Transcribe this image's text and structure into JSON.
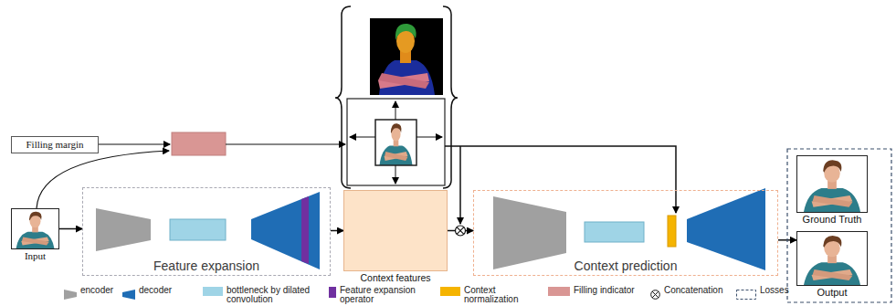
{
  "diagram": {
    "nodes": [
      {
        "text": [
          "Filling margin"
        ]
      },
      {
        "text": [
          "Input"
        ]
      },
      {
        "text": [
          "Feature expansion"
        ]
      },
      {
        "text": [
          "Context features"
        ]
      },
      {
        "text": [
          "Context prediction"
        ]
      },
      {
        "text": [
          "Ground Truth"
        ]
      },
      {
        "text": [
          "Output"
        ]
      }
    ],
    "edges": [
      {
        "from": 1,
        "to": 2,
        "arrow": "to"
      },
      {
        "from": 2,
        "to": 3,
        "arrow": "to"
      },
      {
        "from": 3,
        "to": 4,
        "arrow": "to"
      },
      {
        "from": 4,
        "to": 6,
        "arrow": "to"
      }
    ],
    "legend": [
      {
        "text": "encoder"
      },
      {
        "text": "decoder"
      },
      {
        "text": "bottleneck by dilated convolution",
        "color": "#9fd4e6"
      },
      {
        "text": "Feature expansion operator",
        "color": "#7030a0"
      },
      {
        "text": "Context normalization",
        "color": "#f5b400"
      },
      {
        "text": "Filling indicator",
        "color": "#d99694"
      },
      {
        "text": "Concatenation"
      },
      {
        "text": "Losses"
      }
    ]
  }
}
